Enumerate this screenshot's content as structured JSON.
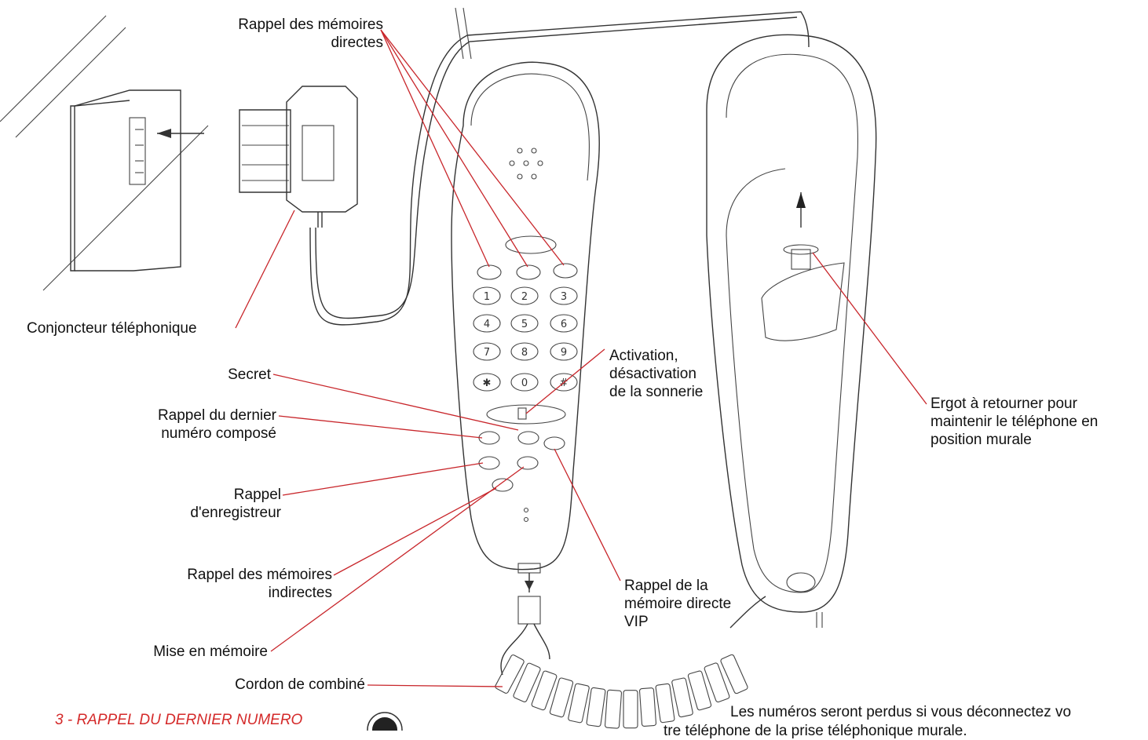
{
  "labels": {
    "rappel_memoires_directes": "Rappel des mémoires\ndirectes",
    "conjoncteur": "Conjoncteur téléphonique",
    "secret": "Secret",
    "rappel_dernier_numero": "Rappel du dernier\nnuméro composé",
    "rappel_enregistreur": "Rappel\nd'enregistreur",
    "rappel_memoires_indirectes": "Rappel des mémoires\nindirectes",
    "mise_en_memoire": "Mise en mémoire",
    "cordon": "Cordon de combiné",
    "activation": "Activation,\ndésactivation\nde la sonnerie",
    "rappel_vip": "Rappel de la\nmémoire directe\nVIP",
    "ergot": "Ergot à retourner pour\nmaintenir le téléphone en\nposition murale"
  },
  "keypad": [
    "1",
    "2",
    "3",
    "4",
    "5",
    "6",
    "7",
    "8",
    "9",
    "✱",
    "0",
    "#"
  ],
  "footer": {
    "section_heading": "3 - RAPPEL DU DERNIER NUMERO",
    "note_line1": "Les numéros seront perdus si vous déconnectez vo",
    "note_line2": "tre téléphone de la prise téléphonique murale."
  },
  "colors": {
    "leader": "#c8262b",
    "ink": "#333333",
    "heading": "#d42a2a"
  }
}
